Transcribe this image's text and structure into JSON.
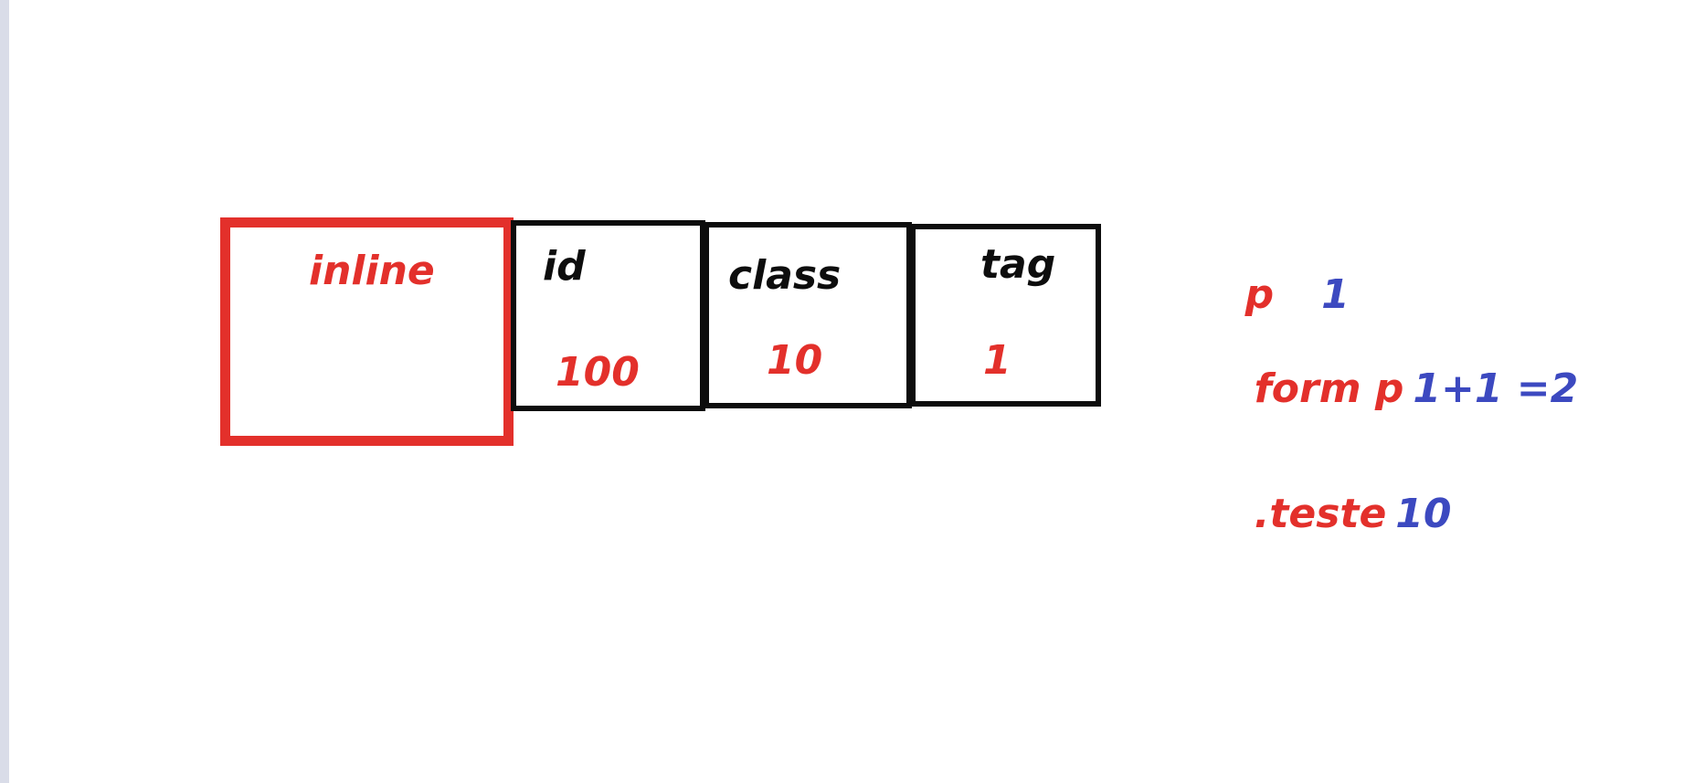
{
  "boxes": {
    "inline": {
      "label": "inline"
    },
    "id": {
      "label": "id",
      "value": "100"
    },
    "class": {
      "label": "class",
      "value": "10"
    },
    "tag": {
      "label": "tag",
      "value": "1"
    }
  },
  "notes": {
    "line1": {
      "selector": "p",
      "value": "1"
    },
    "line2": {
      "selector": "form p",
      "value": "1+1 =2"
    },
    "line3": {
      "selector": ".teste",
      "value": "10"
    }
  },
  "colors": {
    "red": "#e3302b",
    "black": "#0d0d0d",
    "blue": "#3c49c0",
    "edge": "#d9dce8"
  }
}
